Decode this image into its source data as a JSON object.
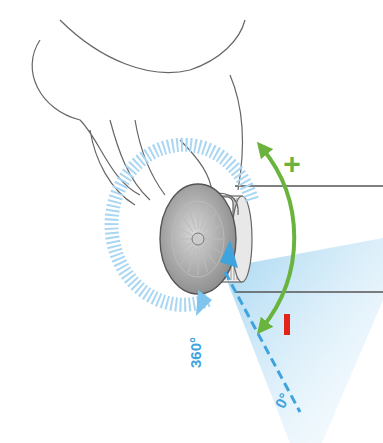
{
  "diagram": {
    "labels": [
      "360°",
      "0°",
      "+"
    ]
  }
}
